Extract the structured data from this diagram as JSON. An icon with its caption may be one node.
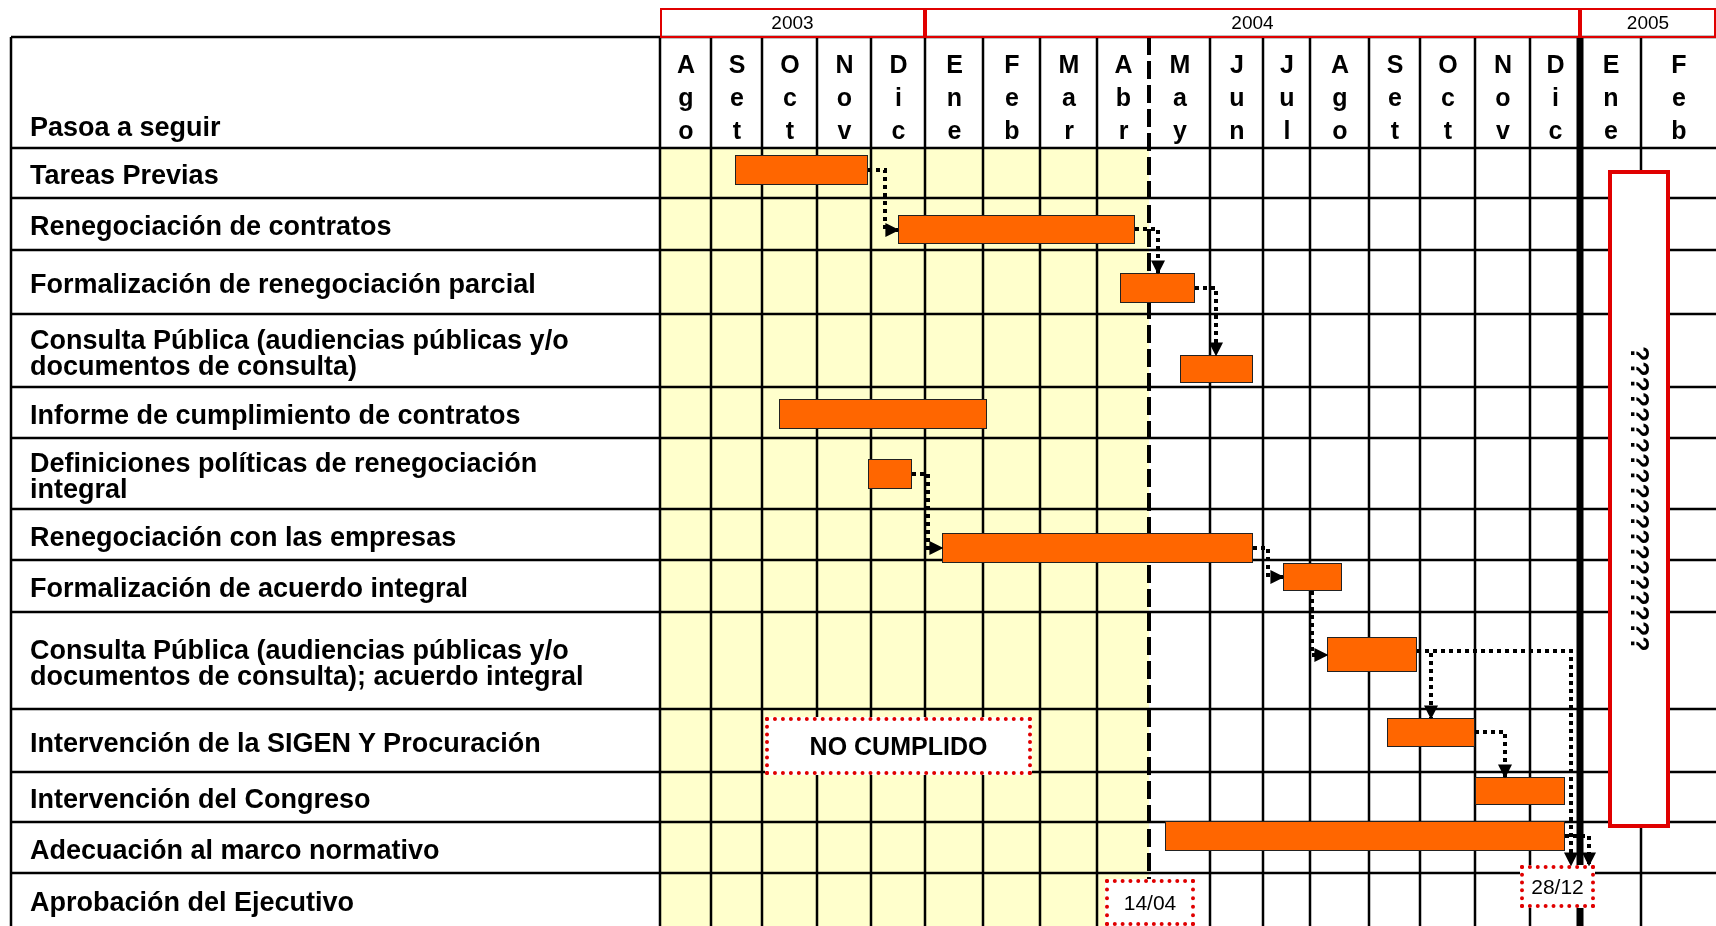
{
  "diagram": {
    "nodes": [
      {
        "text": [],
        "shape": "bar"
      },
      {
        "text": [],
        "shape": "bar"
      },
      {
        "text": [],
        "shape": "bar"
      },
      {
        "text": [],
        "shape": "bar"
      },
      {
        "text": [],
        "shape": "bar"
      },
      {
        "text": [],
        "shape": "bar"
      },
      {
        "text": [],
        "shape": "bar"
      },
      {
        "text": [],
        "shape": "bar"
      },
      {
        "text": [],
        "shape": "bar"
      },
      {
        "text": [
          "NO CUMPLIDO"
        ]
      },
      {
        "text": [],
        "shape": "bar"
      },
      {
        "text": [],
        "shape": "bar"
      },
      {
        "text": [],
        "shape": "bar"
      },
      {
        "text": [
          "14/04"
        ]
      },
      {
        "text": [
          "28/12"
        ]
      },
      {
        "text": [
          "????????????????????"
        ]
      }
    ],
    "edges": [
      {
        "from": 0,
        "to": 1,
        "arrow": "to",
        "style": "dashed"
      },
      {
        "from": 1,
        "to": 2,
        "arrow": "to",
        "style": "dashed"
      },
      {
        "from": 2,
        "to": 3,
        "arrow": "to",
        "style": "dashed"
      },
      {
        "from": 5,
        "to": 6,
        "arrow": "to",
        "style": "dashed"
      },
      {
        "from": 6,
        "to": 7,
        "arrow": "to",
        "style": "dashed"
      },
      {
        "from": 7,
        "to": 8,
        "arrow": "to",
        "style": "dashed"
      },
      {
        "from": 8,
        "to": 10,
        "arrow": "to",
        "style": "dashed"
      },
      {
        "from": 8,
        "to": 14,
        "arrow": "to",
        "style": "dashed"
      },
      {
        "from": 10,
        "to": 11,
        "arrow": "to",
        "style": "dashed"
      },
      {
        "from": 12,
        "to": 14,
        "arrow": "to",
        "style": "dashed"
      }
    ],
    "labels": [
      "2003",
      "2004",
      "2005",
      "Pasoa a seguir",
      "Ago",
      "Set",
      "Oct",
      "Nov",
      "Dic",
      "Ene",
      "Feb",
      "Mar",
      "Abr",
      "May",
      "Jun",
      "Jul",
      "Ago",
      "Set",
      "Oct",
      "Nov",
      "Dic",
      "Ene",
      "Feb",
      "Tareas Previas",
      "Renegociación de contratos",
      "Formalización de renegociación parcial",
      "Consulta Pública (audiencias públicas y/o documentos de consulta)",
      "Informe de cumplimiento de contratos",
      "Definiciones políticas de renegociación integral",
      "Renegociación con las empresas",
      "Formalización de acuerdo integral",
      "Consulta Pública (audiencias públicas y/o documentos de consulta); acuerdo integral",
      "Intervención de la SIGEN Y Procuración",
      "Intervención del Congreso",
      "Adecuación al marco normativo",
      "Aprobación del Ejecutivo"
    ]
  }
}
